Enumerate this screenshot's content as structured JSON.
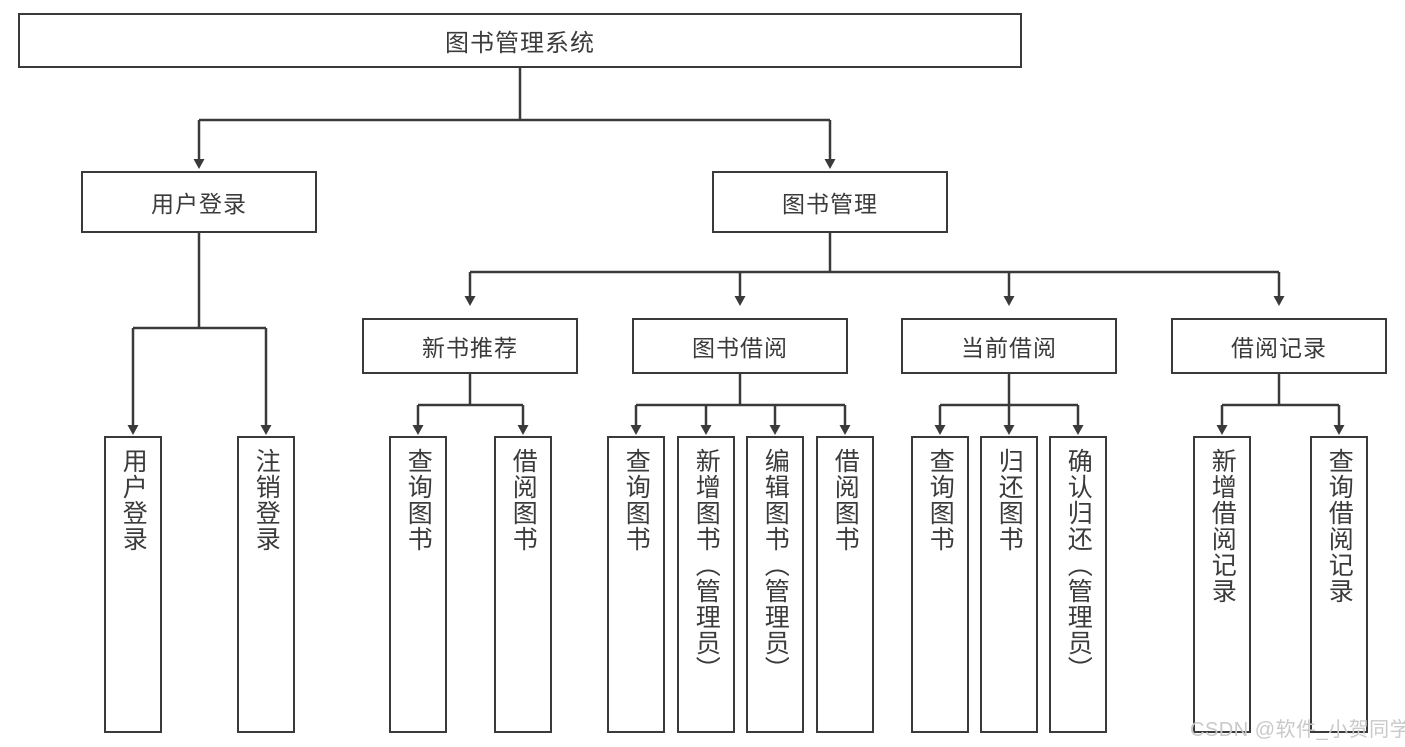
{
  "diagram": {
    "title": "图书管理系统",
    "type": "tree-hierarchy-chart",
    "root": {
      "label": "图书管理系统"
    },
    "level1": [
      {
        "label": "用户登录"
      },
      {
        "label": "图书管理"
      }
    ],
    "level2": [
      {
        "label": "新书推荐"
      },
      {
        "label": "图书借阅"
      },
      {
        "label": "当前借阅"
      },
      {
        "label": "借阅记录"
      }
    ],
    "leaves": [
      {
        "label": "用户登录"
      },
      {
        "label": "注销登录"
      },
      {
        "label": "查询图书"
      },
      {
        "label": "借阅图书"
      },
      {
        "label": "查询图书"
      },
      {
        "label": "新增图书（管理员）"
      },
      {
        "label": "编辑图书（管理员）"
      },
      {
        "label": "借阅图书"
      },
      {
        "label": "查询图书"
      },
      {
        "label": "归还图书"
      },
      {
        "label": "确认归还（管理员）"
      },
      {
        "label": "新增借阅记录"
      },
      {
        "label": "查询借阅记录"
      }
    ]
  },
  "watermark": {
    "text": "CSDN @软件_小贺同学"
  },
  "colors": {
    "stroke": "#3a3a3a",
    "text": "#3b3b3b",
    "background": "#ffffff",
    "watermark": "#c9c9c9"
  }
}
